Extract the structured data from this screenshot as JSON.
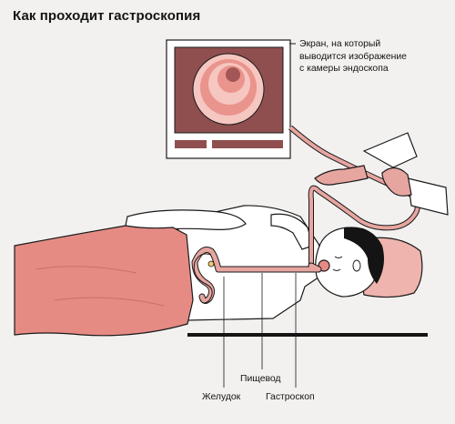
{
  "title": "Как проходит гастроскопия",
  "callout_screen": {
    "line1": "Экран, на который",
    "line2": "выводится изображение",
    "line3": "с камеры эндоскопа"
  },
  "labels": {
    "stomach": "Желудок",
    "esophagus": "Пищевод",
    "gastroscope": "Гастроскоп"
  },
  "colors": {
    "background": "#f2f1ef",
    "screen_fill": "#8f4f4f",
    "tube": "#e7a5a0",
    "blanket": "#e58b84",
    "outline": "#1a1a1a"
  }
}
